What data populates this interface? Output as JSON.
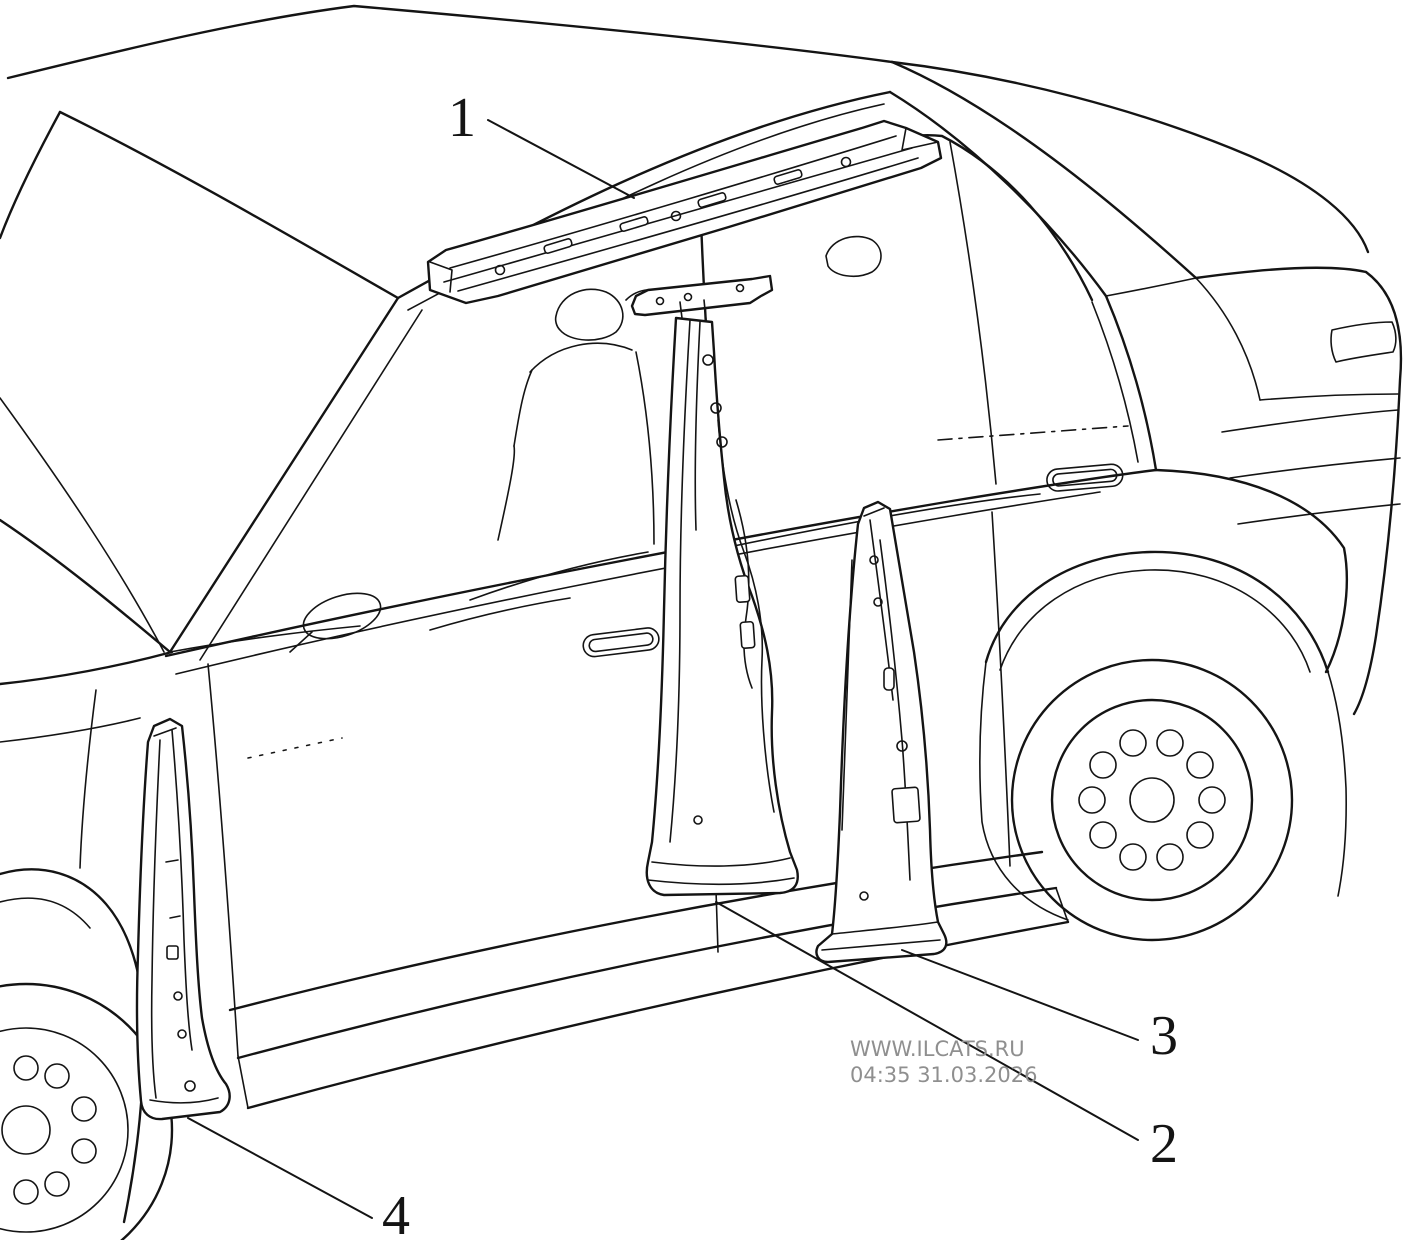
{
  "diagram": {
    "callouts": [
      {
        "label": "1"
      },
      {
        "label": "2"
      },
      {
        "label": "3"
      },
      {
        "label": "4"
      }
    ],
    "watermark": {
      "site": "WWW.ILCATS.RU",
      "timestamp": "04:35 31.03.2026"
    },
    "colors": {
      "line": "#141414",
      "watermark": "#8f8f8f",
      "background": "#ffffff"
    }
  }
}
